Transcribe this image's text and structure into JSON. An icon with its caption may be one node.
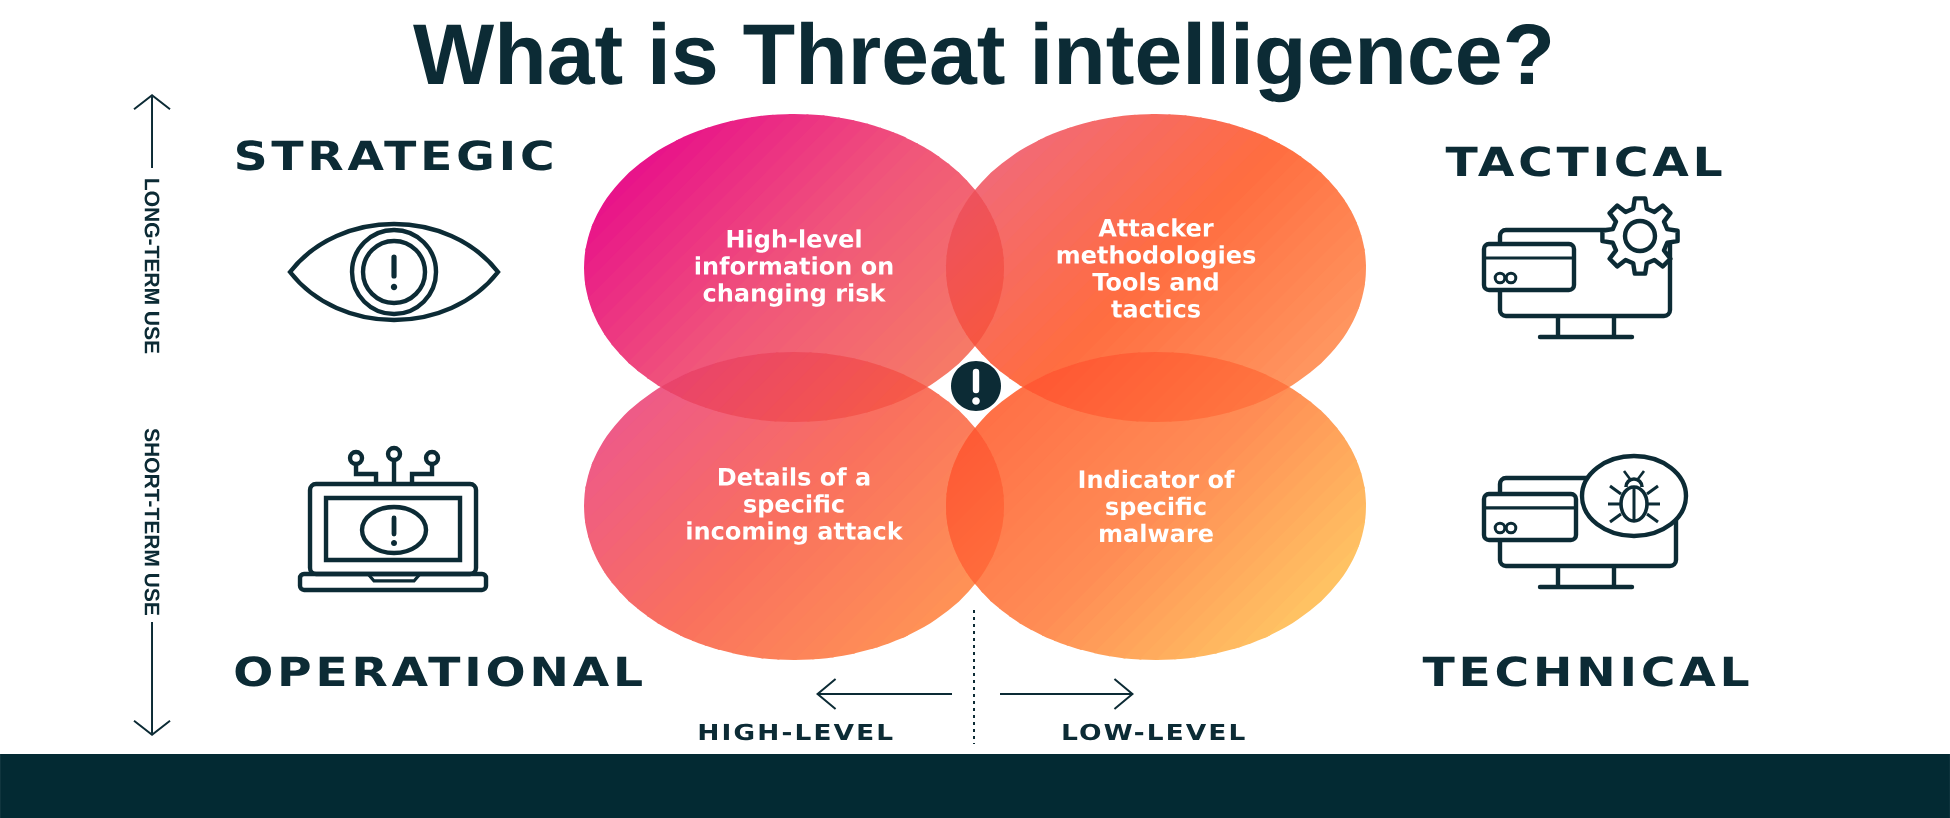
{
  "diagram": {
    "title": "What is Threat intelligence?",
    "nodes": [
      {
        "text": [
          "High-level information on changing risk"
        ]
      },
      {
        "text": [
          "Attacker methodologies Tools and tactics"
        ]
      },
      {
        "text": [
          "Details of a specific incoming attack"
        ]
      },
      {
        "text": [
          "Indicator of specific malware"
        ]
      }
    ],
    "labels": [
      "STRATEGIC",
      "TACTICAL",
      "LONG-TERM USE",
      "SHORT-TERM USE",
      "OPERATIONAL",
      "TECHNICAL",
      "HIGH-LEVEL",
      "LOW-LEVEL"
    ]
  }
}
